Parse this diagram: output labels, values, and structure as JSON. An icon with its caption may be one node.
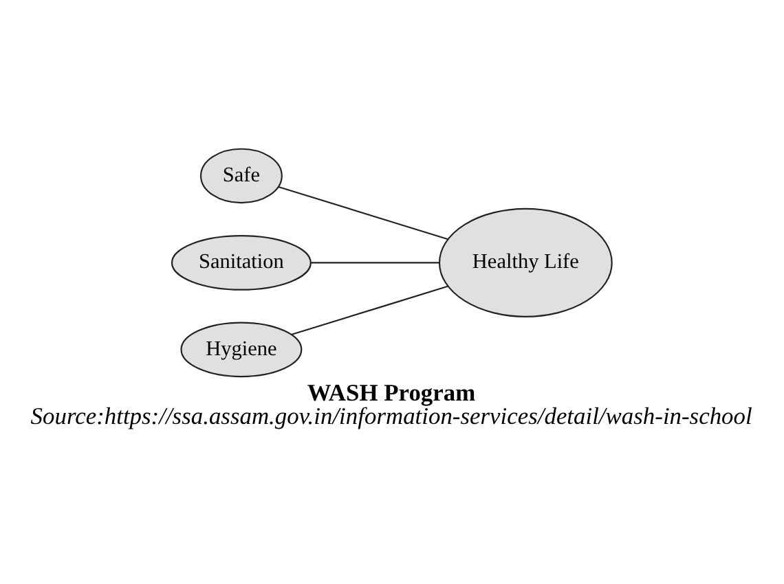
{
  "diagram": {
    "title": "WASH Program",
    "caption": "Source:https://ssa.assam.gov.in/information-services/detail/wash-in-school",
    "nodes": [
      {
        "text": [
          "Safe"
        ]
      },
      {
        "text": [
          "Sanitation"
        ]
      },
      {
        "text": [
          "Hygiene"
        ]
      },
      {
        "text": [
          "Healthy Life"
        ]
      }
    ],
    "edges": [
      {
        "from": 0,
        "to": 3,
        "arrow": "none"
      },
      {
        "from": 1,
        "to": 3,
        "arrow": "none"
      },
      {
        "from": 2,
        "to": 3,
        "arrow": "none"
      }
    ]
  }
}
